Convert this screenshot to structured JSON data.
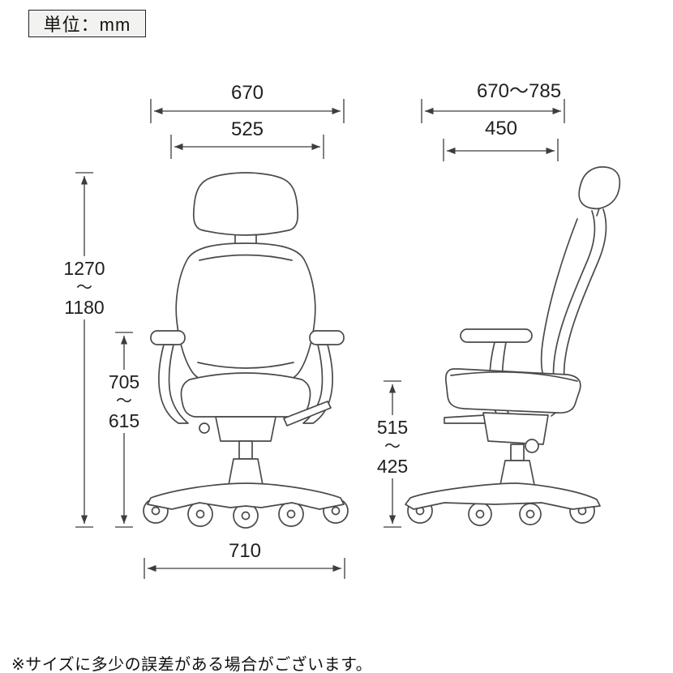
{
  "unit_box": {
    "label": "単位：mm"
  },
  "footnote": "※サイズに多少の誤差がある場合がございます。",
  "symbols": {
    "range_tilde": "〜"
  },
  "front_view": {
    "total_width_mm": "670",
    "backrest_width_mm": "525",
    "total_height_max_mm": "1270",
    "total_height_min_mm": "1180",
    "armrest_height_max_mm": "705",
    "armrest_height_min_mm": "615",
    "base_width_mm": "710"
  },
  "side_view": {
    "depth_range_mm": "670〜785",
    "seat_depth_mm": "450",
    "seat_height_max_mm": "515",
    "seat_height_min_mm": "425"
  },
  "drawing_colors": {
    "chair_line": "#4a4a4a",
    "dimension_line": "#3d3d3d",
    "text": "#1f1f1f"
  }
}
